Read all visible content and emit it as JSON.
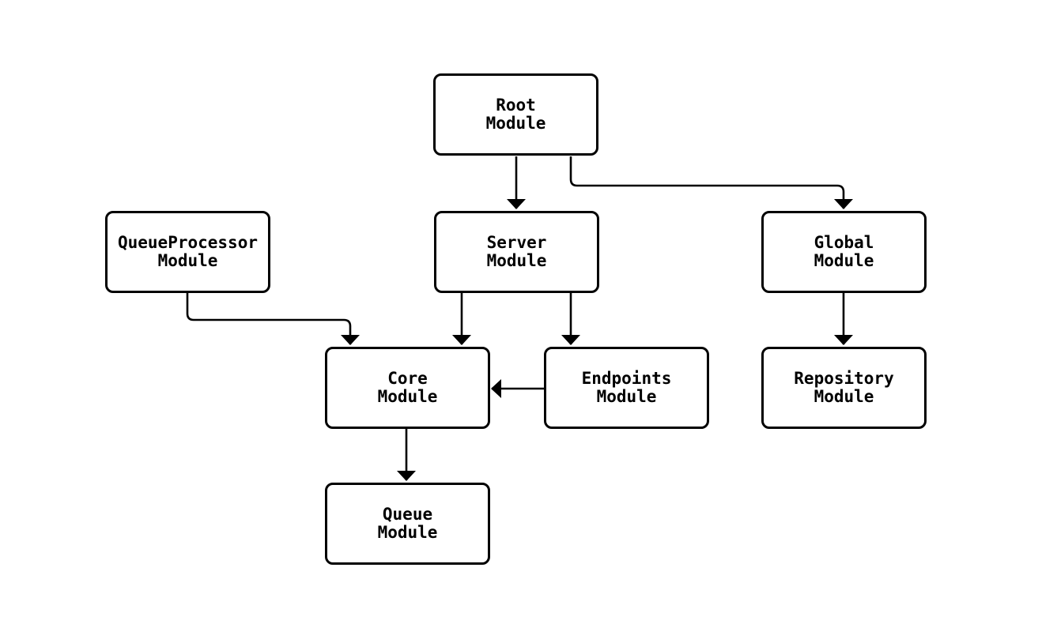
{
  "diagram": {
    "background_color": "#ffffff",
    "line_color": "#000000",
    "node_fill_color": "#ffffff",
    "nodes": {
      "root": {
        "line1": "Root",
        "line2": "Module"
      },
      "queueprocessor": {
        "line1": "QueueProcessor",
        "line2": "Module"
      },
      "server": {
        "line1": "Server",
        "line2": "Module"
      },
      "global": {
        "line1": "Global",
        "line2": "Module"
      },
      "core": {
        "line1": "Core",
        "line2": "Module"
      },
      "endpoints": {
        "line1": "Endpoints",
        "line2": "Module"
      },
      "repository": {
        "line1": "Repository",
        "line2": "Module"
      },
      "queue": {
        "line1": "Queue",
        "line2": "Module"
      }
    },
    "edges": [
      {
        "from": "Root Module",
        "to": "Server Module"
      },
      {
        "from": "Root Module",
        "to": "Global Module"
      },
      {
        "from": "QueueProcessor Module",
        "to": "Core Module"
      },
      {
        "from": "Server Module",
        "to": "Core Module"
      },
      {
        "from": "Server Module",
        "to": "Endpoints Module"
      },
      {
        "from": "Endpoints Module",
        "to": "Core Module"
      },
      {
        "from": "Global Module",
        "to": "Repository Module"
      },
      {
        "from": "Core Module",
        "to": "Queue Module"
      }
    ]
  }
}
